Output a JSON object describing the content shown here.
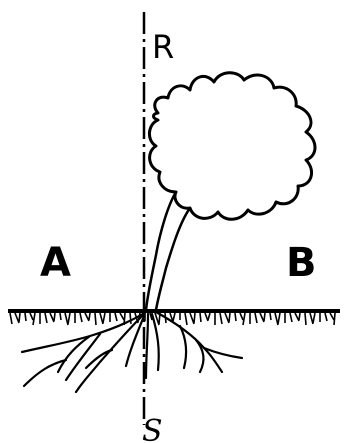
{
  "labels": {
    "left_region": "A",
    "right_region": "B",
    "axis_top": "R",
    "axis_bottom": "S"
  },
  "colors": {
    "ink": "#000000",
    "paper": "#ffffff"
  }
}
